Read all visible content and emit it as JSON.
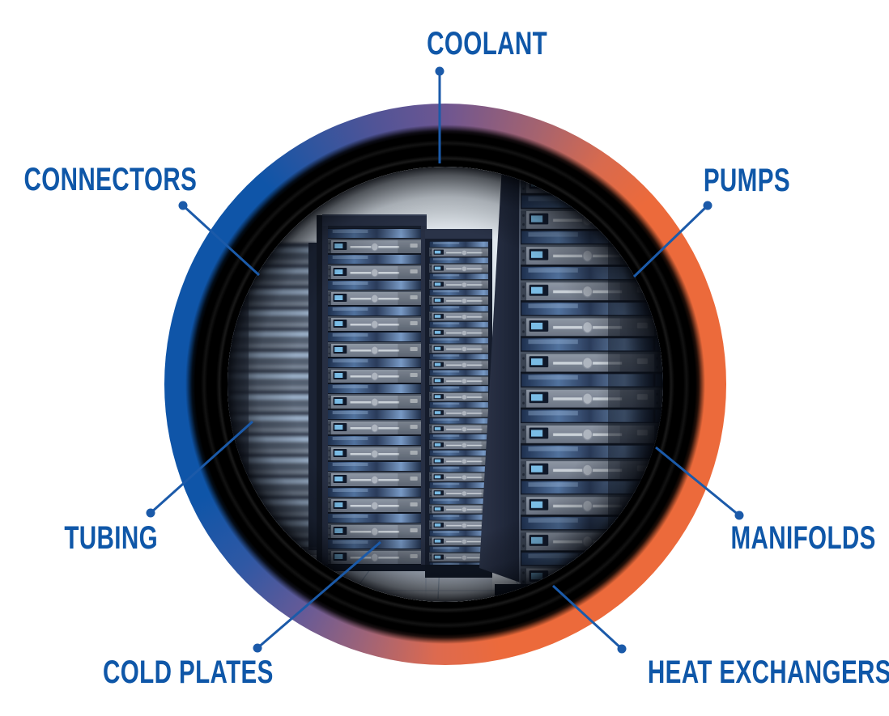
{
  "diagram": {
    "subject": "liquid-cooling components around a data-center server racks photo"
  },
  "labels": [
    {
      "id": "coolant",
      "text": "COOLANT"
    },
    {
      "id": "connectors",
      "text": "CONNECTORS"
    },
    {
      "id": "pumps",
      "text": "PUMPS"
    },
    {
      "id": "tubing",
      "text": "TUBING"
    },
    {
      "id": "manifolds",
      "text": "MANIFOLDS"
    },
    {
      "id": "cold-plates",
      "text": "COLD PLATES"
    },
    {
      "id": "heat-exchangers",
      "text": "HEAT EXCHANGERS"
    }
  ],
  "colors": {
    "label_text": "#0f57a8",
    "leader_line": "#1b5aa9",
    "ring_blue": "#0f55a8",
    "ring_orange": "#ec6a3b",
    "ring_purple_top": "#6e5691",
    "ring_mauve_bottom": "#9c6379",
    "ring_bezel": "#000000"
  }
}
